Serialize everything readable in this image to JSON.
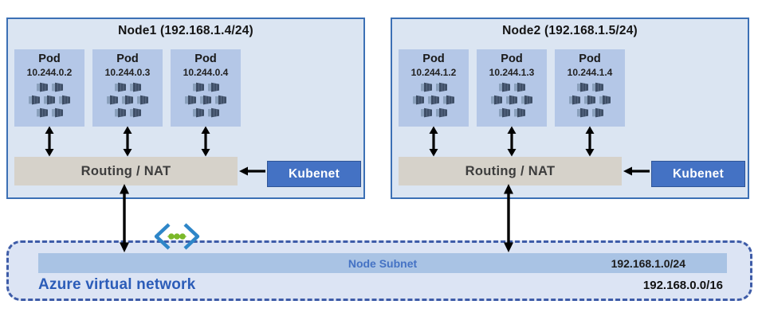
{
  "colors": {
    "node_fill": "#dbe5f2",
    "node_border": "#3c70b5",
    "pod_fill": "#b4c7e7",
    "routing_fill": "#d6d2ca",
    "kubenet_fill": "#4472c4",
    "vnet_fill": "#dce4f4",
    "vnet_border": "#3e5ca8",
    "subnet_fill": "#a9c3e4",
    "subnet_text": "#4472c4",
    "accent_text": "#2b5cb8",
    "arrow": "#000000",
    "container_icon": "#3e4e66",
    "vnet_icon_chevron": "#2e86c8",
    "vnet_icon_dot": "#7ab829"
  },
  "nodes": [
    {
      "title": "Node1 (192.168.1.4/24)",
      "routing_label": "Routing / NAT",
      "kubenet_label": "Kubenet",
      "pods": [
        {
          "label": "Pod",
          "ip": "10.244.0.2"
        },
        {
          "label": "Pod",
          "ip": "10.244.0.3"
        },
        {
          "label": "Pod",
          "ip": "10.244.0.4"
        }
      ]
    },
    {
      "title": "Node2 (192.168.1.5/24)",
      "routing_label": "Routing / NAT",
      "kubenet_label": "Kubenet",
      "pods": [
        {
          "label": "Pod",
          "ip": "10.244.1.2"
        },
        {
          "label": "Pod",
          "ip": "10.244.1.3"
        },
        {
          "label": "Pod",
          "ip": "10.244.1.4"
        }
      ]
    }
  ],
  "vnet": {
    "label": "Azure virtual network",
    "cidr": "192.168.0.0/16",
    "subnet": {
      "label": "Node Subnet",
      "cidr": "192.168.1.0/24"
    }
  }
}
